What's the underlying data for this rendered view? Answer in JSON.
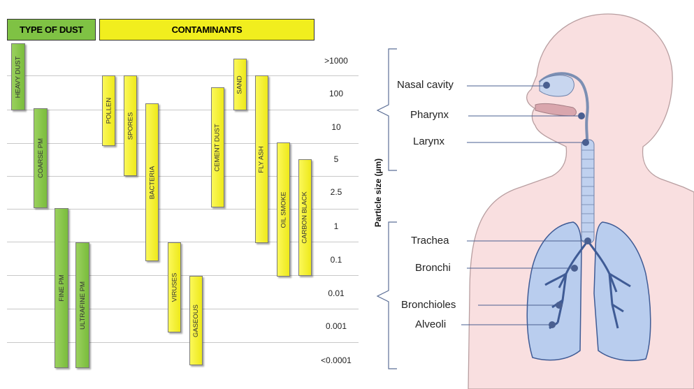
{
  "header": {
    "type_of_dust": "TYPE OF DUST",
    "contaminants": "CONTAMINANTS"
  },
  "axis": {
    "label": "Particle size (µm)",
    "ticks": [
      ">1000",
      "100",
      "10",
      "5",
      "2.5",
      "1",
      "0.1",
      "0.01",
      "0.001",
      "<0.0001"
    ]
  },
  "dust_types": [
    {
      "label": "HEAVY DUST"
    },
    {
      "label": "COARSE PM"
    },
    {
      "label": "FINE PM"
    },
    {
      "label": "ULTRAFINE PM"
    }
  ],
  "contaminants": [
    {
      "label": "POLLEN"
    },
    {
      "label": "SPORES"
    },
    {
      "label": "BACTERIA"
    },
    {
      "label": "VIRUSES"
    },
    {
      "label": "GASEOUS"
    },
    {
      "label": "CEMENT DUST"
    },
    {
      "label": "SAND"
    },
    {
      "label": "FLY ASH"
    },
    {
      "label": "OIL SMOKE"
    },
    {
      "label": "CARBON BLACK"
    }
  ],
  "anatomy": {
    "upper": [
      "Nasal cavity",
      "Pharynx",
      "Larynx"
    ],
    "lower": [
      "Trachea",
      "Bronchi",
      "Bronchioles",
      "Alveoli"
    ]
  },
  "colors": {
    "dust": "#7fc244",
    "contaminant": "#f1ee1e",
    "skin": "#f9dfe0",
    "lung": "#b9cdee"
  }
}
